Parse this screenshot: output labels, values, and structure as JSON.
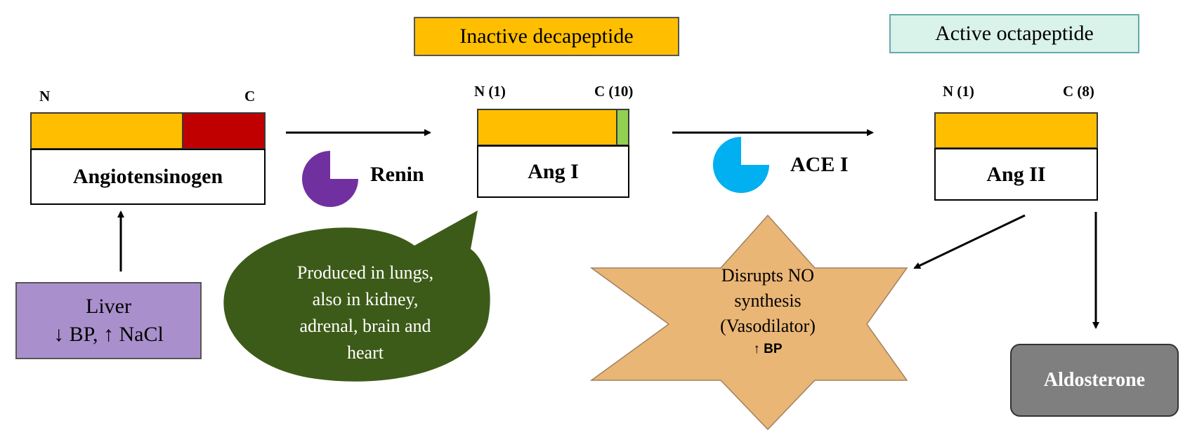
{
  "colors": {
    "amino_chain": "#ffbf00",
    "renin_cleaved_segment": "#c00000",
    "his_leu_segment": "#92d050",
    "renin_enzyme": "#7030a0",
    "ace_enzyme": "#00b0f0",
    "liver_box": "#a990cc",
    "speech_bubble": "#3d5b18",
    "star": "#eab676",
    "aldosterone_box": "#7f7f7f",
    "inactive_header": "#ffbf00",
    "active_header": "#d9f2ea"
  },
  "headers": {
    "inactive": "Inactive  decapeptide",
    "active": "Active  octapeptide"
  },
  "molecules": {
    "angiotensinogen": {
      "label": "Angiotensinogen",
      "n_term": "N",
      "c_term": "C"
    },
    "ang1": {
      "label": "Ang I",
      "n_term": "N (1)",
      "c_term": "C (10)"
    },
    "ang2": {
      "label": "Ang II",
      "n_term": "N (1)",
      "c_term": "C (8)"
    }
  },
  "enzymes": {
    "renin": {
      "label": "Renin",
      "icon": "pie-pacman-icon"
    },
    "ace": {
      "label": "ACE I",
      "icon": "pie-pacman-icon"
    }
  },
  "liver": {
    "line1": "Liver",
    "line2": "↓ BP, ↑ NaCl"
  },
  "bubble": {
    "lines": [
      "Produced in lungs,",
      "also in kidney,",
      "adrenal, brain and",
      "heart"
    ]
  },
  "star": {
    "lines": [
      "Disrupts NO",
      "synthesis",
      "(Vasodilator)"
    ],
    "bp": "↑ BP"
  },
  "aldosterone": {
    "label": "Aldosterone"
  }
}
